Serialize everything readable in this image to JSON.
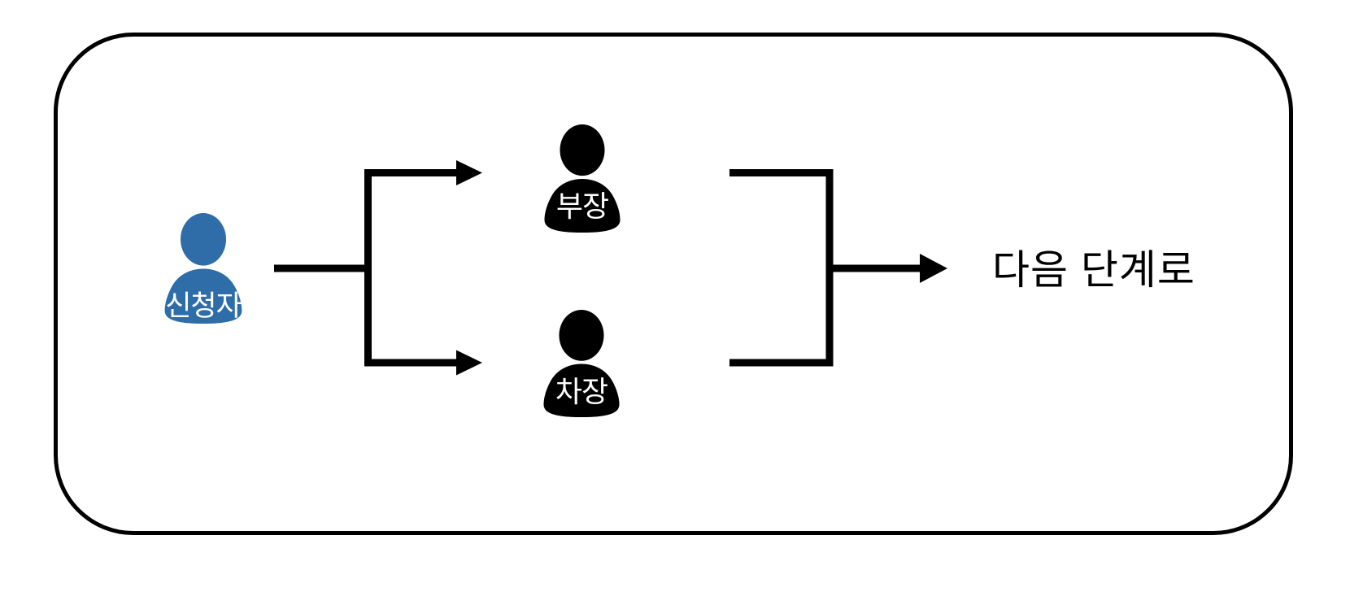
{
  "diagram": {
    "applicant": {
      "label": "신청자",
      "color": "#2f6da8"
    },
    "approvers": [
      {
        "label": "부장",
        "color": "#000000"
      },
      {
        "label": "차장",
        "color": "#000000"
      }
    ],
    "next_step": {
      "label": "다음 단계로"
    },
    "colors": {
      "line": "#000000",
      "frame_border": "#000000",
      "background": "#ffffff",
      "icon_label_text": "#ffffff",
      "applicant_blue": "#2f6da8",
      "approver_black": "#000000"
    }
  }
}
